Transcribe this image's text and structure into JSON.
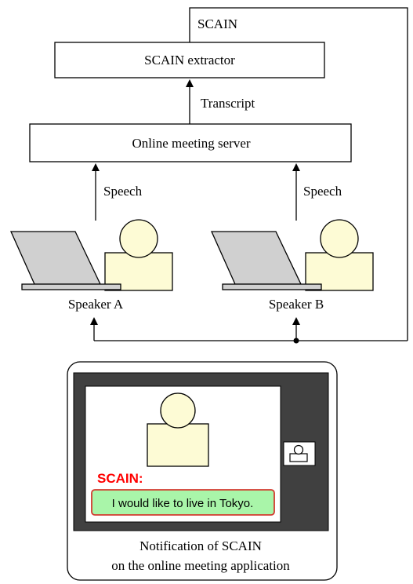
{
  "labels": {
    "scain_output": "SCAIN",
    "extractor": "SCAIN extractor",
    "transcript": "Transcript",
    "server": "Online meeting server",
    "speech_a": "Speech",
    "speech_b": "Speech",
    "speaker_a": "Speaker A",
    "speaker_b": "Speaker B"
  },
  "notification": {
    "heading": "SCAIN:",
    "message": "I would like to live in Tokyo.",
    "caption_line1": "Notification of SCAIN",
    "caption_line2": "on the online meeting application"
  },
  "colors": {
    "person_fill": "#fdfbd5",
    "laptop_fill": "#d0d0d0",
    "device_frame": "#404040",
    "scain_heading": "#ff0000",
    "message_fill": "#a9f5a9",
    "message_border": "#d23a2e"
  }
}
